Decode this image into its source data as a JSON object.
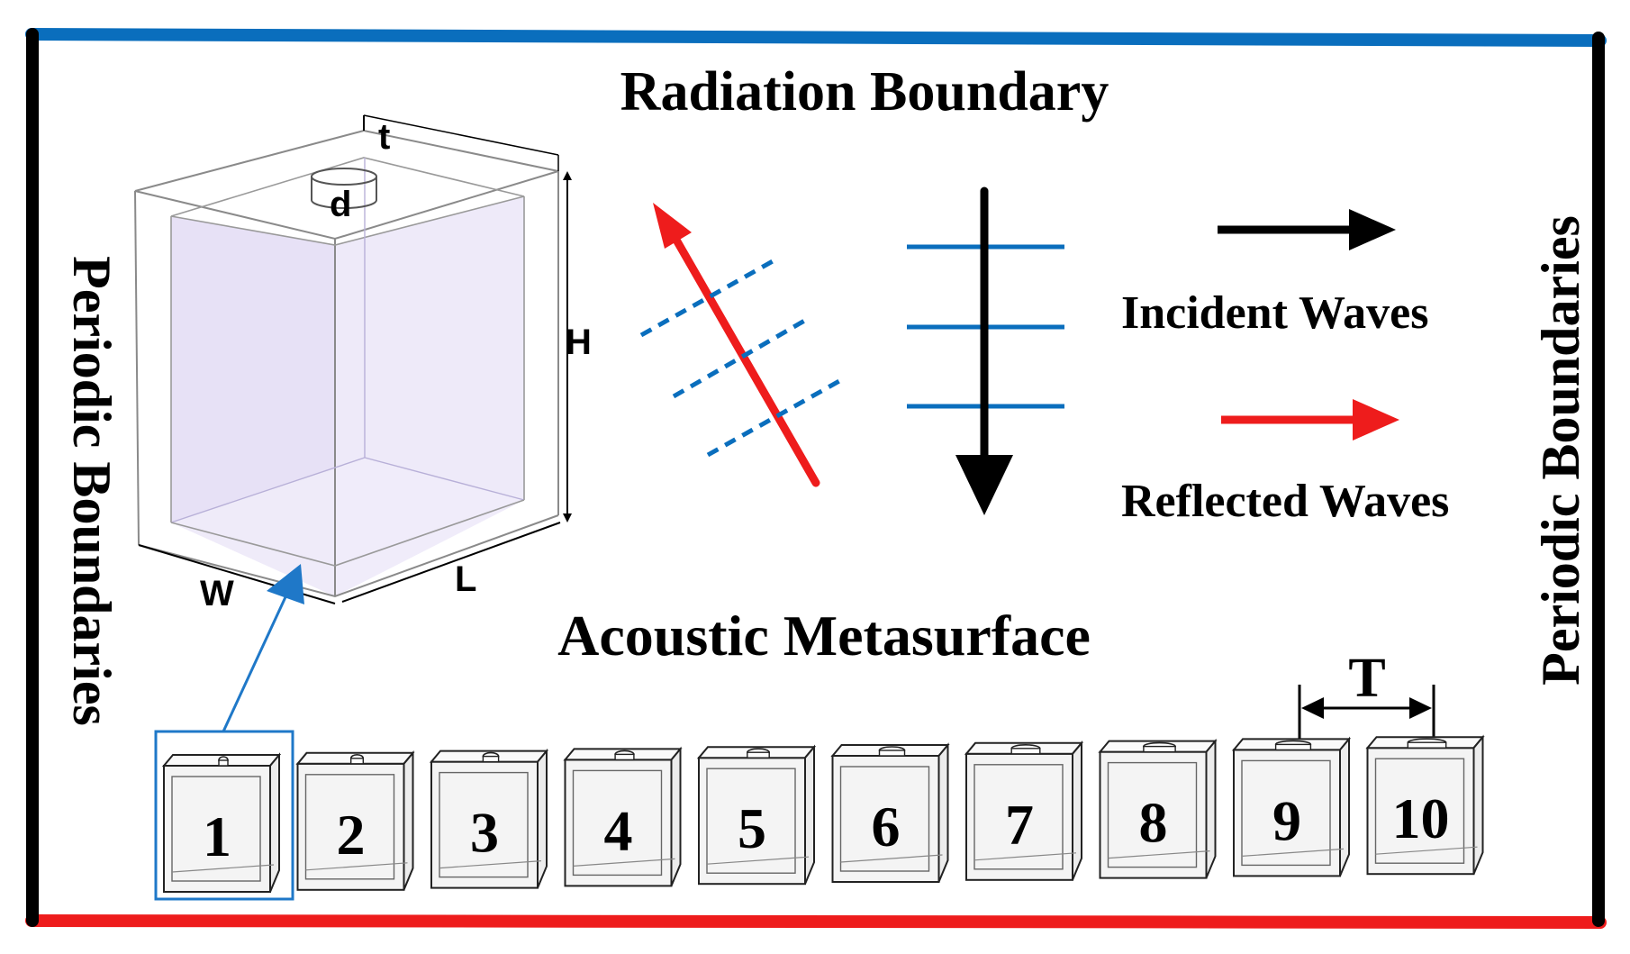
{
  "labels": {
    "top": "Radiation Boundary",
    "left": "Periodic Boundaries",
    "right": "Periodic Boundaries",
    "middle": "Acoustic Metasurface",
    "incident": "Incident Waves",
    "reflected": "Reflected Waves",
    "period": "T"
  },
  "dimensions": {
    "t": "t",
    "d": "d",
    "H": "H",
    "W": "W",
    "L": "L"
  },
  "cells": [
    "1",
    "2",
    "3",
    "4",
    "5",
    "6",
    "7",
    "8",
    "9",
    "10"
  ],
  "colors": {
    "radiation_boundary": "#0a6ebd",
    "bottom_boundary": "#ee1c1c",
    "periodic_boundary": "#000000",
    "incident_arrow": "#000000",
    "reflected_arrow": "#ee1c1c",
    "wavefront": "#0a6ebd",
    "unit_cell_fill": "#e6e0f5",
    "selection_box": "#1f78c8"
  }
}
